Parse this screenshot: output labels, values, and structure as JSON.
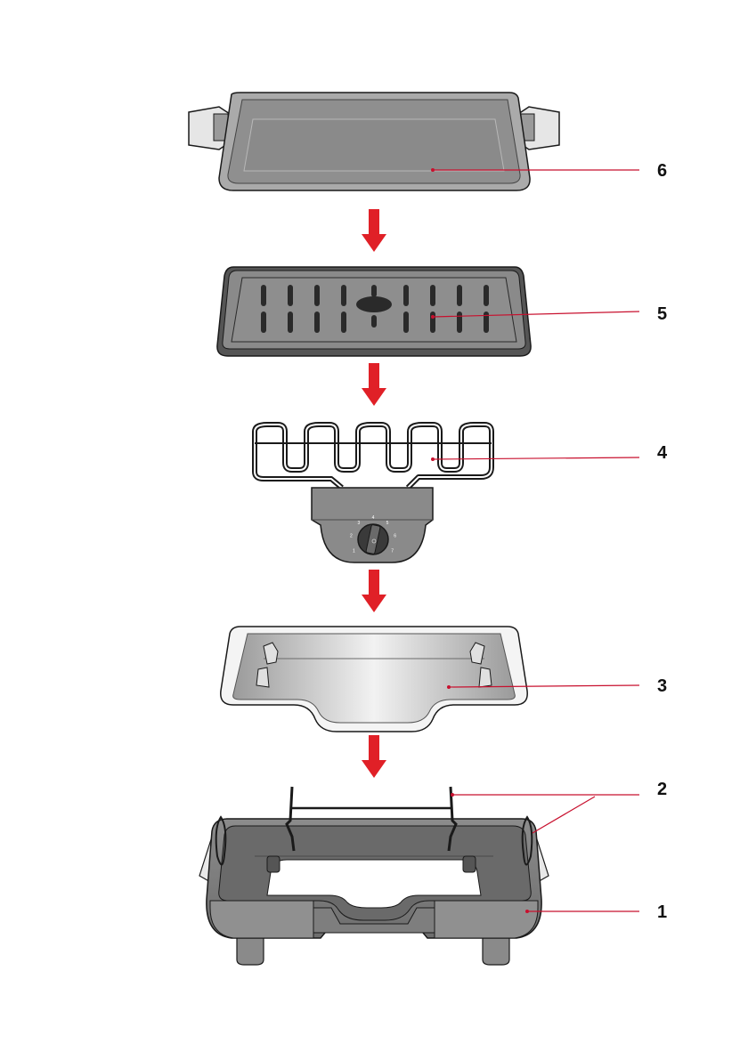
{
  "diagram": {
    "title": "",
    "colors": {
      "arrow": "#e02027",
      "leader": "#c8102e",
      "part_gray": "#8a8a8a",
      "part_dark": "#555555",
      "outline": "#1a1a1a"
    },
    "parts": [
      {
        "number": "6",
        "component": "top-tray-with-handles"
      },
      {
        "number": "5",
        "component": "grill-plate"
      },
      {
        "number": "4",
        "component": "heating-element-with-thermostat"
      },
      {
        "number": "3",
        "component": "drip-tray"
      },
      {
        "number": "2",
        "component": "element-support-clips"
      },
      {
        "number": "1",
        "component": "base"
      }
    ],
    "thermostat_dial": {
      "labels": [
        "1",
        "2",
        "3",
        "4",
        "5",
        "6",
        "7"
      ]
    },
    "assembly_arrows": 4
  }
}
